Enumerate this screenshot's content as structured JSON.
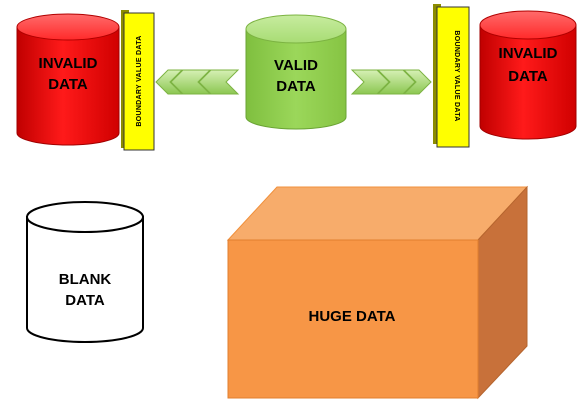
{
  "diagram": {
    "invalid_left": {
      "line1": "INVALID",
      "line2": "DATA",
      "color": "#ff0000"
    },
    "invalid_right": {
      "line1": "INVALID",
      "line2": "DATA",
      "color": "#ff0000"
    },
    "valid": {
      "line1": "VALID",
      "line2": "DATA",
      "color": "#92d050"
    },
    "boundary_left": {
      "label": "BOUNDARY VALUE DATA",
      "color": "#ffff00"
    },
    "boundary_right": {
      "label": "BOUNDARY VALUE DATA",
      "color": "#ffff00"
    },
    "blank": {
      "line1": "BLANK",
      "line2": "DATA",
      "color": "#ffffff"
    },
    "huge": {
      "label": "HUGE DATA",
      "color": "#f79646"
    }
  }
}
